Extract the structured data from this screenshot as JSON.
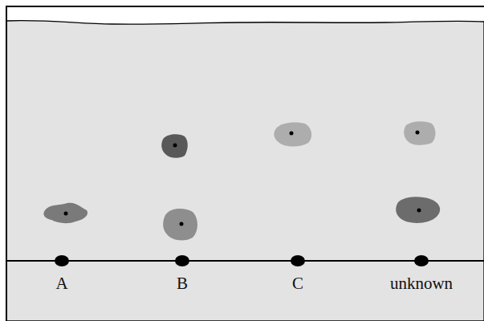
{
  "diagram": {
    "labels": [
      "A",
      "B",
      "C",
      "unknown"
    ]
  }
}
